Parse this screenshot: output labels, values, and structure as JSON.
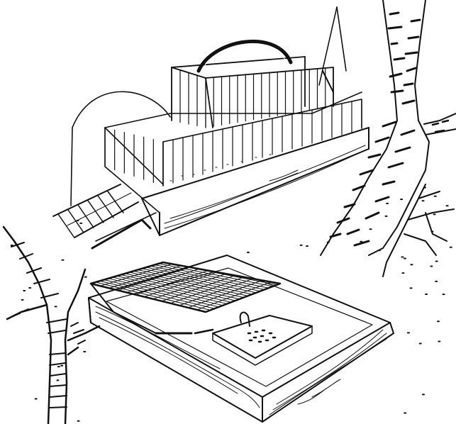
{
  "illustration": {
    "palette": {
      "ink": "#111111",
      "paper": "#ffffff"
    },
    "subjects": [
      "cage-trap-with-ramp",
      "box-trap-with-mesh-lid",
      "birch-tree",
      "bare-tree"
    ]
  }
}
